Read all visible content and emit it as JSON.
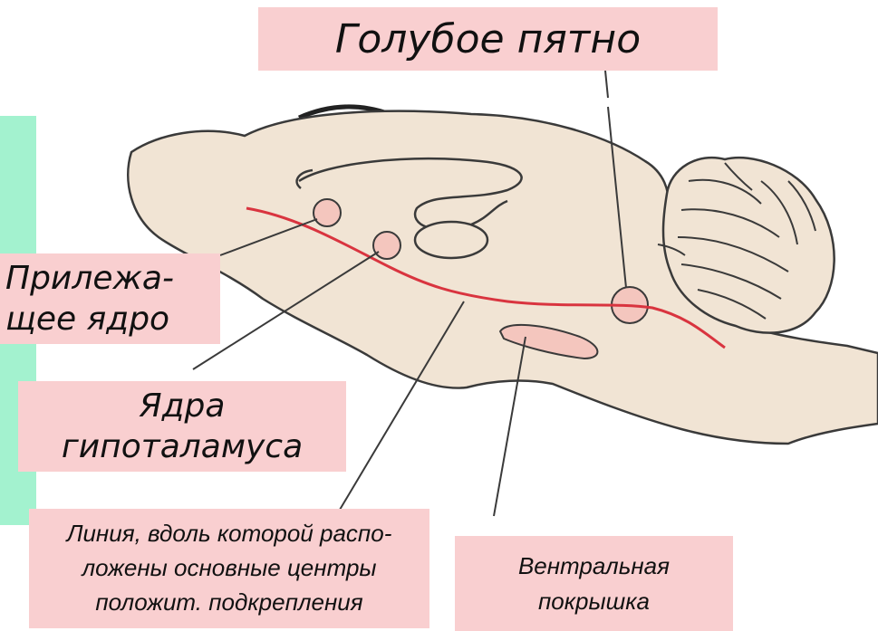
{
  "labels": {
    "locus_coeruleus": "Голубое пятно",
    "accumbens_line1": "Прилежа-",
    "accumbens_line2": "щее ядро",
    "hypothalamus_line1": "Ядра",
    "hypothalamus_line2": "гипоталамуса",
    "reward_line_1": "Линия, вдоль которой распо-",
    "reward_line_2": "ложены основные центры",
    "reward_line_3": "положит. подкрепления",
    "vta_line1": "Вентральная",
    "vta_line2": "покрышка"
  },
  "colors": {
    "brain_fill": "#f1e4d4",
    "outline": "#3a3a3a",
    "nucleus_fill": "#f4c6be",
    "reward_line": "#d9343f",
    "label_bg": "#f9cfd0",
    "side_bar": "#a3f2cf"
  }
}
